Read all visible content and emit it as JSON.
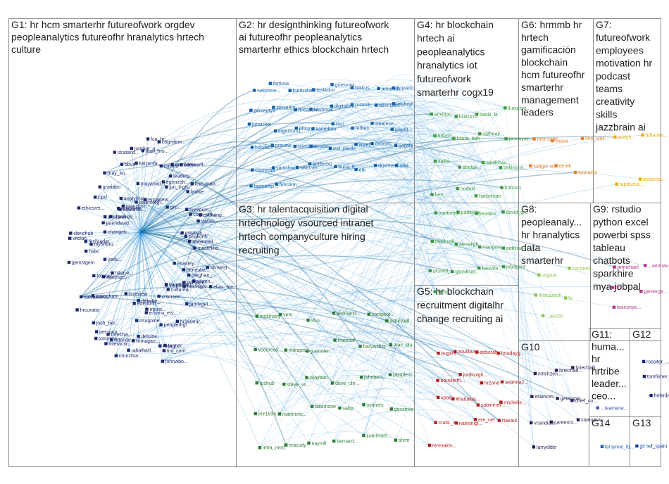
{
  "colors": {
    "g1": "#1f2a6e",
    "g2": "#1560a8",
    "g3": "#2e7d32",
    "g4": "#3d9a3d",
    "g5": "#b71c1c",
    "g6": "#e67e22",
    "g7": "#f0a800",
    "g8": "#8bc34a",
    "g9": "#b0338e",
    "g10": "#2b1d55",
    "g11": "#3f51b5",
    "g12": "#1a237e",
    "g13": "#0d47a1",
    "g14": "#1565c0",
    "edge": "#2b8fd6",
    "edge_dark": "#0f5e8a"
  },
  "groups": [
    {
      "id": "g1",
      "lines": [
        "G1: hr hcm smarterhr futureofwork orgdev",
        "peopleanalytics futureofhr hranalytics hrtech",
        "culture"
      ]
    },
    {
      "id": "g2",
      "lines": [
        "G2: hr designthinking futureofwork",
        "ai futureofhr peopleanalytics",
        "smarterhr ethics blockchain hrtech"
      ]
    },
    {
      "id": "g3",
      "lines": [
        "G3: hr talentacquisition digital",
        "hrtechnology vsourced intranet",
        "hrtech companyculture hiring",
        "recruiting"
      ]
    },
    {
      "id": "g4",
      "lines": [
        "G4: hr blockchain",
        "hrtech ai",
        "peopleanalytics",
        "hranalytics iot",
        "futureofwork",
        "smarterhr cogx19"
      ]
    },
    {
      "id": "g5",
      "lines": [
        "G5: hr blockchain",
        "recruitment digitalhr",
        "change recruiting ai"
      ]
    },
    {
      "id": "g6",
      "lines": [
        "G6: hrmmb hr",
        "hrtech",
        "gamificación",
        "blockchain",
        "hcm futureofhr",
        "smarterhr",
        "management",
        "leaders"
      ]
    },
    {
      "id": "g7",
      "lines": [
        "G7:",
        "futureofwork",
        "employees",
        "motivation hr",
        "podcast",
        "teams",
        "creativity",
        "skills",
        "jazzbrain ai"
      ]
    },
    {
      "id": "g8",
      "lines": [
        "G8:",
        "peopleanaly...",
        "hr hranalytics",
        "data",
        "smarterhr"
      ]
    },
    {
      "id": "g9",
      "lines": [
        "G9: rstudio",
        "python excel",
        "powerbi spss",
        "tableau",
        "chatbots",
        "sparkhire",
        "mya jobpal"
      ]
    },
    {
      "id": "g10",
      "lines": [
        "G10"
      ]
    },
    {
      "id": "g11",
      "lines": [
        "G11:",
        "huma...",
        "hr",
        "hrtribe",
        "leader...",
        "ceo..."
      ]
    },
    {
      "id": "g12",
      "lines": [
        "G12"
      ]
    },
    {
      "id": "g13",
      "lines": [
        "G13"
      ]
    },
    {
      "id": "g14",
      "lines": [
        "G14"
      ]
    }
  ],
  "nodes": {
    "g1": [
      "meghan_...",
      "beneuba...",
      "rowen...",
      "elias_me...",
      "talegent",
      "hhinsight",
      "corpboar...",
      "jamieget...",
      "culturea...",
      "laurenwo...",
      "hr360eur...",
      "crscreen...",
      "peoplemgt",
      "tint_com...",
      "johnwbo...",
      "tanner...",
      "rmissi...",
      "rossgl...",
      "e.hana_els...",
      "deloitte_...",
      "nsugoine",
      "deloitte",
      "hrmagazi...",
      "edenbritt",
      "rahalhart...",
      "crunchra...",
      "hrtendir...",
      "hrtechw...",
      "interactin...",
      "hrreview",
      "personn...",
      "tommyw...",
      "josh_ber...",
      "joningham",
      "hilaryk...",
      "calcaware",
      "hrcurator",
      "fosway",
      "andyspe...",
      "yedu...",
      "gemstgem",
      "myhrfutu...",
      "vitolae...",
      "hsbc",
      "techradar",
      "clerichub",
      "jarendavid",
      "changeb...",
      "ethicsret...",
      "cipd",
      "stanislav...",
      "drjuliash...",
      "gratiabo",
      "may_im...",
      "andylanc",
      "edwardb...",
      "analyticsi...",
      "mauchrm",
      "bbva",
      "stratand...",
      "pardoe_a...",
      "kaizenfa...",
      "owenferg...",
      "mayamid...",
      "alan_mo...",
      "fca_hr...",
      "engagew...",
      "cognition...",
      "egonzeh...",
      "leaders...",
      "mitsmr",
      "marcdevi...",
      "jon_ingh...",
      "bettinarfl...",
      "givi...",
      "leenanair...",
      "hrdive",
      "hrexecm...",
      "exchang...",
      "corp_reb...",
      "esteban_...",
      "annleewil...",
      "vishm...",
      "peakonh...",
      "masteklid",
      "idinvest",
      "ecastey..."
    ],
    "g2": [
      "welcome...",
      "fortivus",
      "kurtissha...",
      "tesladuo",
      "ginevravi...",
      "rukkus",
      "armandi...",
      "tstsveto...",
      "perceptyx",
      "serve4m...",
      "findasem...",
      "kashmak...",
      "digitalhrt...",
      "russmk",
      "talentjam...",
      "wtchopt...",
      "jonsickel",
      "ingenium1",
      "drtcp",
      "karimbou",
      "rosi",
      "forbes",
      "wearese...",
      "qiian8...",
      "bolufem",
      "pravsw",
      "userlane...",
      "renaixr",
      "rod_pardo",
      "visier",
      "dellemc",
      "gajjala",
      "clomedia",
      "santchiw...",
      "wkerner",
      "anilforbiz",
      "burst_fr...",
      "edi",
      "drjohnsul...",
      "addi...",
      "fastcomp...",
      "function_..."
    ],
    "g3": [
      "mckinsey",
      "verc",
      "sfuu",
      "aleksand...",
      "compete...",
      "ashirvadl...",
      "vsourced...",
      "indrajee...",
      "guenolen",
      "imoosaf",
      "harvardbiz",
      "max_blu...",
      "tpshub",
      "steve_vs...",
      "vijayban...",
      "dave_ulri...",
      "johnbers...",
      "peoplem...",
      "jmr1834",
      "martinelo...",
      "taisimone",
      "sabp",
      "nytimes",
      "govstrive",
      "intra_nerd",
      "hracuity",
      "nayroll",
      "bernard...",
      "juanimart...",
      "shrm"
    ],
    "g4": [
      "amiihoo",
      "kililico72",
      "baski_la",
      "jluispere...",
      "hrtech_...",
      "lubna_bah",
      "natheali...",
      "jeremysc...",
      "italbe",
      "pbalak...",
      "minilchac...",
      "bellissimi...",
      "ben...",
      "nodexl",
      "harbrimah",
      "hrdcom",
      "martinho...",
      "pabloslw...",
      "pexitics",
      "david_gr...",
      "blockcell...",
      "alexaligh...",
      "manpow...",
      "aidelisa",
      "prunell_...",
      "gamificat...",
      "faezafa...",
      "jobagent",
      "kenc..."
    ],
    "g5": [
      "eugeni",
      "aquilbusr...",
      "deborah...",
      "hrtodayg...",
      "bouvierth...",
      "jordiroigh...",
      "hrzone",
      "avarma2...",
      "xpod",
      "khattakta...",
      "sabinerei...",
      "michelle...",
      "cratic_a...",
      "nalinmigl...",
      "ere_net",
      "rtakaul",
      "teresalov..."
    ],
    "g6": [
      "orer carle",
      "casca",
      "hire_well",
      "ludiger sch",
      "derek",
      "toninellis"
    ],
    "g7": [
      "andyh...",
      "hrbarten...",
      "tapdsolut...",
      "ackerma..."
    ],
    "g8": [
      "orgvue",
      "concentr...",
      "firstcareuk",
      "hr",
      "...ass00"
    ],
    "g9": [
      "armichael",
      "...ammau...",
      "hrz...",
      "gamerge...",
      "faseunye..."
    ],
    "g10": [
      "mitchzen...",
      "hrtechad...",
      "hrtechalli...",
      "elliances",
      "getemplo...",
      "chief_co...",
      "vcandida...",
      "careerco...",
      "startupmi...",
      "larryelder"
    ],
    "g11": [
      "...teamene..."
    ],
    "g12": [
      "rossiter_...",
      "tomfisher...",
      "helenbev..."
    ],
    "g13": [
      "gir iwf_spain"
    ],
    "g14": [
      "fel lynne_fo..."
    ]
  }
}
